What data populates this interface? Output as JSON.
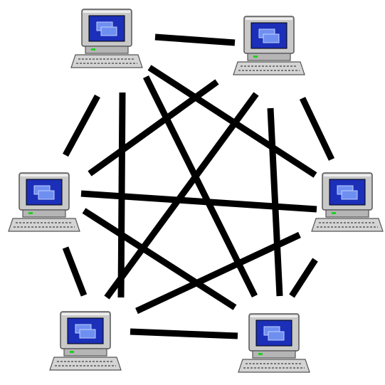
{
  "diagram": {
    "type": "full-mesh-network",
    "node_icon": "desktop-computer-icon",
    "nodes": [
      {
        "id": "top-left"
      },
      {
        "id": "top-right"
      },
      {
        "id": "middle-left"
      },
      {
        "id": "middle-right"
      },
      {
        "id": "bottom-left"
      },
      {
        "id": "bottom-right"
      }
    ],
    "links": [
      [
        "top-left",
        "top-right"
      ],
      [
        "top-left",
        "middle-left"
      ],
      [
        "top-left",
        "middle-right"
      ],
      [
        "top-left",
        "bottom-left"
      ],
      [
        "top-left",
        "bottom-right"
      ],
      [
        "top-right",
        "middle-left"
      ],
      [
        "top-right",
        "middle-right"
      ],
      [
        "top-right",
        "bottom-left"
      ],
      [
        "top-right",
        "bottom-right"
      ],
      [
        "middle-left",
        "middle-right"
      ],
      [
        "middle-left",
        "bottom-left"
      ],
      [
        "middle-left",
        "bottom-right"
      ],
      [
        "middle-right",
        "bottom-left"
      ],
      [
        "middle-right",
        "bottom-right"
      ],
      [
        "bottom-left",
        "bottom-right"
      ]
    ],
    "colors": {
      "link": "#000000",
      "case": "#c9c9c9",
      "case_dark": "#7a7a7a",
      "screen": "#1c2fb8",
      "screen_window": "#6f8ff0",
      "keyboard": "#d4d4d4",
      "power_led": "#1fd11f"
    }
  }
}
